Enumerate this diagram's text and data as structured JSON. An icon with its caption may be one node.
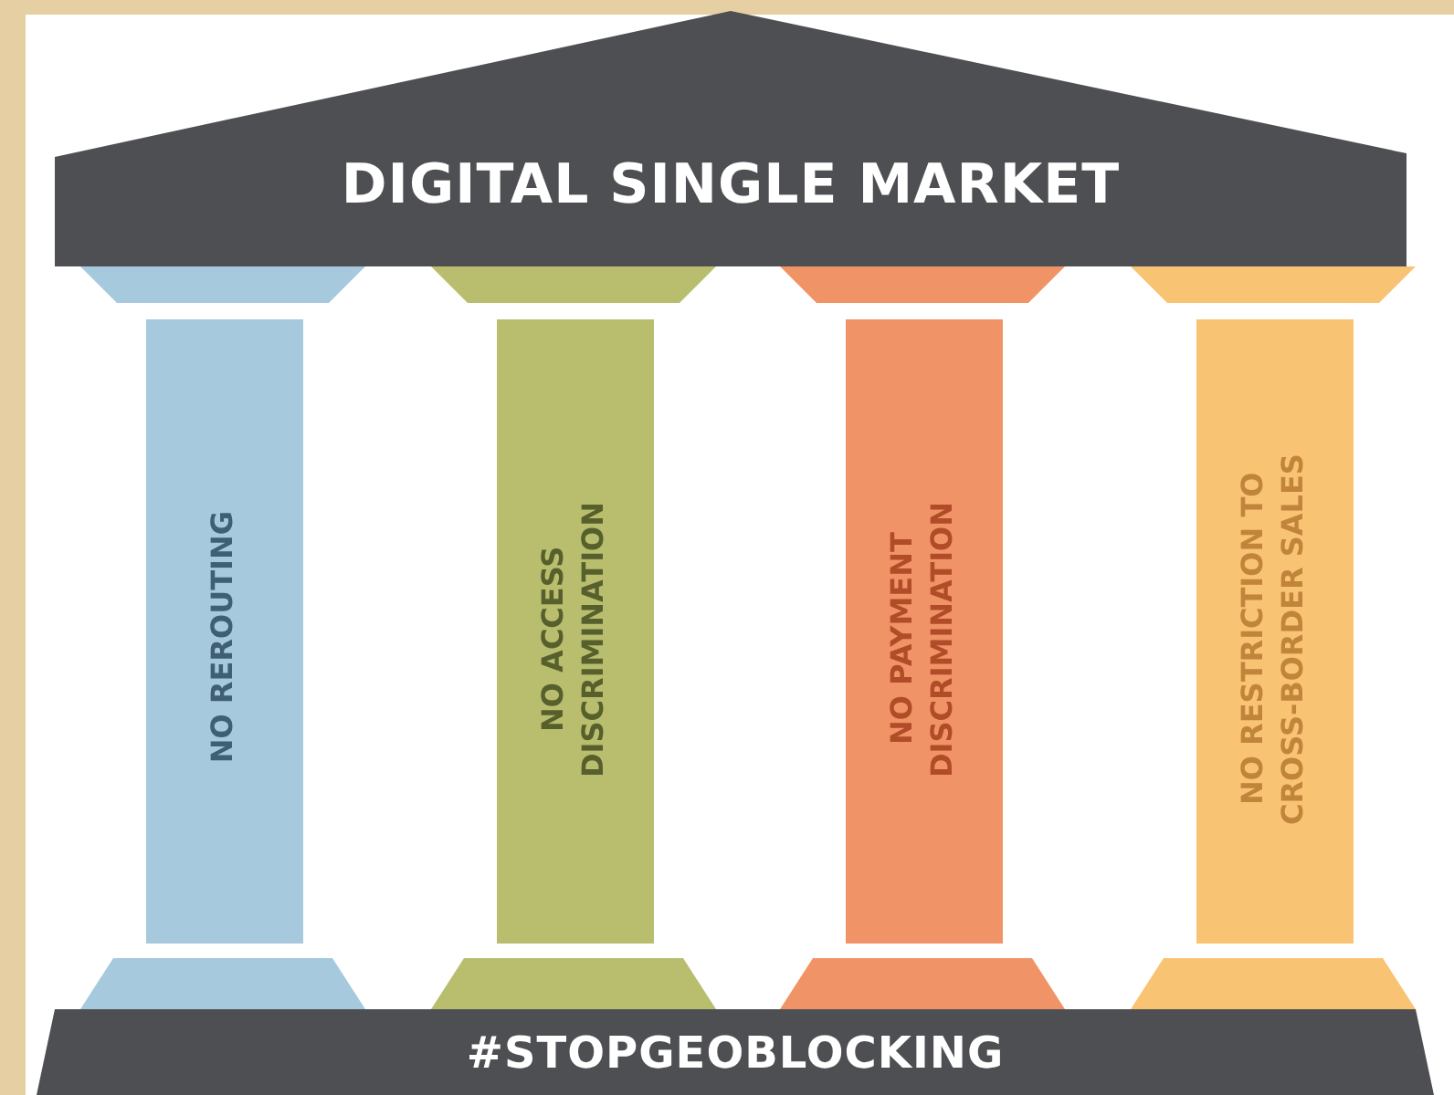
{
  "diagram": {
    "nodes": [
      {
        "text": [
          "DIGITAL SINGLE MARKET"
        ]
      },
      {
        "text": [
          "NO REROUTING"
        ]
      },
      {
        "text": [
          "NO ACCESS DISCRIMINATION"
        ]
      },
      {
        "text": [
          "NO PAYMENT DISCRIMINATION"
        ]
      },
      {
        "text": [
          "NO RESTRICTION TO CROSS-BORDER SALES"
        ]
      },
      {
        "text": [
          "#STOPGEOBLOCKING"
        ]
      }
    ]
  }
}
